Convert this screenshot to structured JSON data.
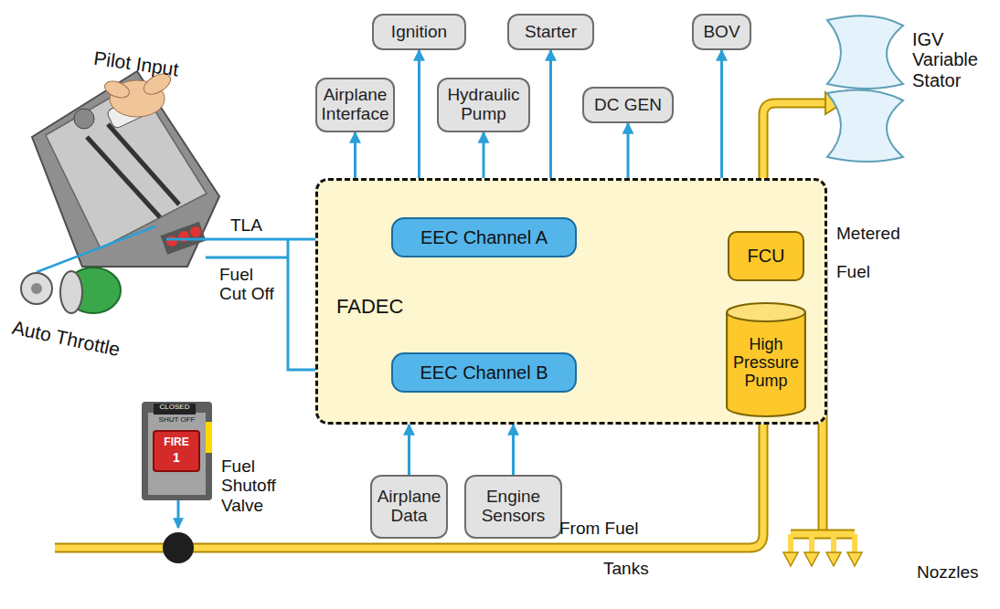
{
  "diagram": {
    "nodes": [
      {
        "text": [
          "FADEC"
        ]
      },
      {
        "text": [
          "EEC Channel A"
        ],
        "in": 0
      },
      {
        "text": [
          "EEC Channel B"
        ],
        "in": 0
      },
      {
        "text": [
          "FCU"
        ],
        "in": 0
      },
      {
        "text": [
          "High Pressure Pump"
        ],
        "in": 0
      },
      {
        "text": [
          "Airplane Interface"
        ]
      },
      {
        "text": [
          "Ignition"
        ]
      },
      {
        "text": [
          "Hydraulic Pump"
        ]
      },
      {
        "text": [
          "Starter"
        ]
      },
      {
        "text": [
          "DC GEN"
        ]
      },
      {
        "text": [
          "BOV"
        ]
      },
      {
        "text": [
          "Airplane Data"
        ]
      },
      {
        "text": [
          "Engine Sensors"
        ]
      }
    ],
    "edges": [
      {
        "from": 0,
        "to": 5,
        "arrow": "to"
      },
      {
        "from": 0,
        "to": 6,
        "arrow": "to"
      },
      {
        "from": 0,
        "to": 7,
        "arrow": "to"
      },
      {
        "from": 0,
        "to": 8,
        "arrow": "to"
      },
      {
        "from": 0,
        "to": 9,
        "arrow": "to"
      },
      {
        "from": 0,
        "to": 10,
        "arrow": "to"
      },
      {
        "from": 11,
        "to": 0,
        "arrow": "to"
      },
      {
        "from": 12,
        "to": 0,
        "arrow": "to"
      },
      {
        "from": 1,
        "to": 2,
        "arrow": "both"
      },
      {
        "from": 1,
        "to": 3,
        "arrow": "to"
      },
      {
        "from": 2,
        "to": 3,
        "arrow": "to"
      },
      {
        "from": 4,
        "to": 3,
        "arrow": "to"
      }
    ],
    "labels": [
      "Pilot Input",
      "Auto Throttle",
      "TLA",
      "Fuel Cut Off",
      "CLOSED",
      "SHUT OFF",
      "FIRE",
      "1",
      "Fuel Shutoff Valve",
      "From Fuel",
      "Tanks",
      "IGV Variable Stator",
      "Metered",
      "Fuel",
      "Nozzles"
    ]
  }
}
